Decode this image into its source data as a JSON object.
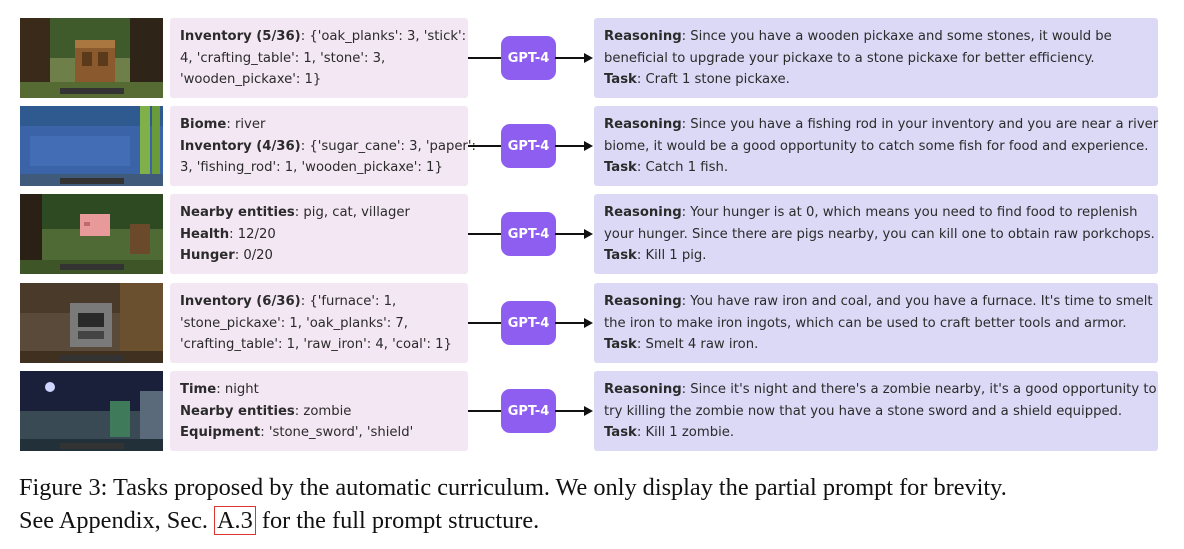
{
  "model_label": "GPT-4",
  "rows": [
    {
      "obs": [
        {
          "key": "Inventory (5/36)",
          "val": ": {'oak_planks': 3, 'stick':"
        },
        {
          "key": "",
          "val": "4, 'crafting_table': 1, 'stone': 3,"
        },
        {
          "key": "",
          "val": "'wooden_pickaxe': 1}"
        }
      ],
      "reasoning_key": "Reasoning",
      "reasoning": [
        ": Since you have a wooden pickaxe and some stones, it would be",
        "beneficial to upgrade your pickaxe to a stone pickaxe for better efficiency."
      ],
      "task_key": "Task",
      "task": ": Craft 1 stone pickaxe."
    },
    {
      "obs": [
        {
          "key": "Biome",
          "val": ": river"
        },
        {
          "key": "Inventory (4/36)",
          "val": ": {'sugar_cane': 3, 'paper':"
        },
        {
          "key": "",
          "val": "3, 'fishing_rod': 1, 'wooden_pickaxe': 1}"
        }
      ],
      "reasoning_key": "Reasoning",
      "reasoning": [
        ": Since you have a fishing rod in your inventory and you are near a river",
        "biome, it would be a good opportunity to catch some fish for food and experience."
      ],
      "task_key": "Task",
      "task": ": Catch 1 fish."
    },
    {
      "obs": [
        {
          "key": "Nearby entities",
          "val": ": pig, cat, villager"
        },
        {
          "key": "Health",
          "val": ": 12/20"
        },
        {
          "key": "Hunger",
          "val": ": 0/20"
        }
      ],
      "reasoning_key": "Reasoning",
      "reasoning": [
        ": Your hunger is at 0, which means you need to find food to replenish",
        "your hunger. Since there are pigs nearby, you can kill one to obtain raw porkchops."
      ],
      "task_key": "Task",
      "task": ": Kill 1 pig."
    },
    {
      "obs": [
        {
          "key": "Inventory (6/36)",
          "val": ": {'furnace': 1,"
        },
        {
          "key": "",
          "val": "'stone_pickaxe': 1, 'oak_planks': 7,"
        },
        {
          "key": "",
          "val": "'crafting_table': 1, 'raw_iron': 4, 'coal': 1}"
        }
      ],
      "reasoning_key": "Reasoning",
      "reasoning": [
        ": You have raw iron and coal, and you have a furnace. It's time to smelt",
        "the iron to make iron ingots, which can be used to craft better tools and armor."
      ],
      "task_key": "Task",
      "task": ": Smelt 4 raw iron."
    },
    {
      "obs": [
        {
          "key": "Time",
          "val": ": night"
        },
        {
          "key": "Nearby entities",
          "val": ": zombie"
        },
        {
          "key": "Equipment",
          "val": ": 'stone_sword', 'shield'"
        }
      ],
      "reasoning_key": "Reasoning",
      "reasoning": [
        ": Since it's night and there's a zombie nearby, it's a good opportunity to",
        "try killing the zombie now that you have a stone sword and a shield equipped."
      ],
      "task_key": "Task",
      "task": ": Kill 1 zombie."
    }
  ],
  "caption": {
    "line1": "Figure 3: Tasks proposed by the automatic curriculum. We only display the partial prompt for brevity.",
    "line2_pre": "See Appendix, Sec. ",
    "ref": "A.3",
    "line2_post": " for the full prompt structure."
  }
}
